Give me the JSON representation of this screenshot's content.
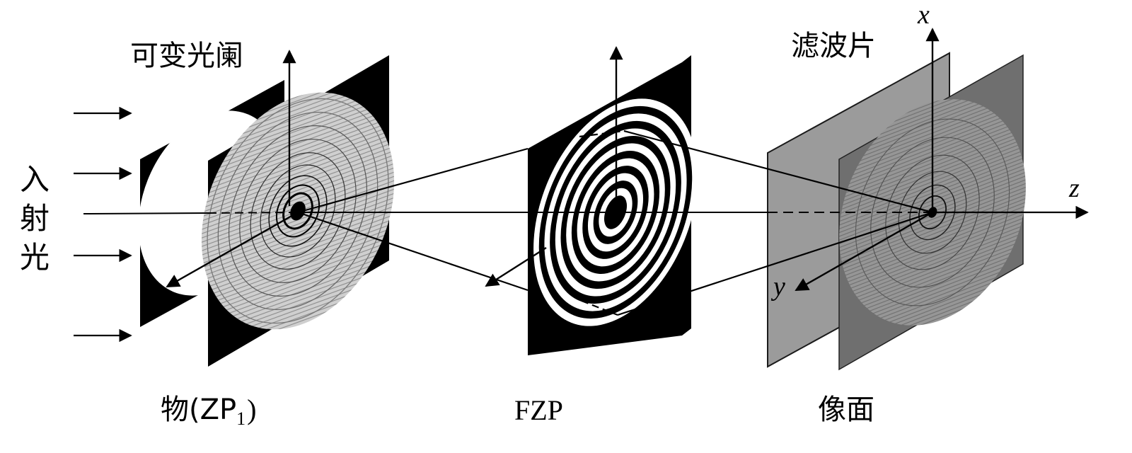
{
  "labels": {
    "incident_light": [
      "入",
      "射",
      "光"
    ],
    "variable_aperture": "可变光阑",
    "object_prefix": "物(ZP",
    "object_subscript": "1",
    "object_suffix": ")",
    "fzp": "FZP",
    "filter": "滤波片",
    "image_plane": "像面"
  },
  "axes": {
    "x": "x",
    "y": "y",
    "z": "z"
  },
  "icons": {
    "incident_arrow": "right-arrow-icon",
    "axis_arrow": "arrowhead-icon"
  },
  "colors": {
    "black": "#000000",
    "white": "#ffffff",
    "filter_gray": "#9b9b9b",
    "image_plane_gray": "#6f6f6f",
    "pattern_gray": "#c7c7c7"
  }
}
